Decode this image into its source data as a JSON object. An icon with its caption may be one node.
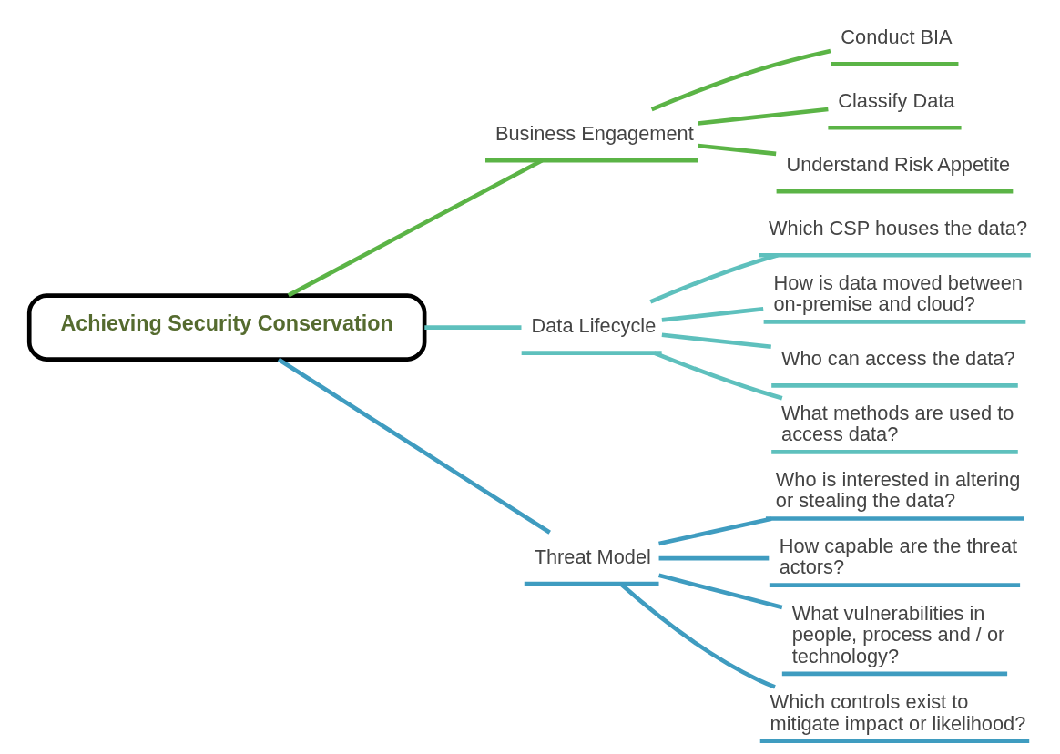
{
  "diagram": {
    "nodes": [
      {
        "text": [
          "Achieving Security Conservation"
        ]
      },
      {
        "text": [
          "Business Engagement"
        ]
      },
      {
        "text": [
          "Conduct BIA"
        ]
      },
      {
        "text": [
          "Classify Data"
        ]
      },
      {
        "text": [
          "Understand Risk Appetite"
        ]
      },
      {
        "text": [
          "Data Lifecycle"
        ]
      },
      {
        "text": [
          "Which CSP houses the data?"
        ]
      },
      {
        "text": [
          "How is data moved between on-premise and cloud?"
        ]
      },
      {
        "text": [
          "Who can access the data?"
        ]
      },
      {
        "text": [
          "What methods are used to access data?"
        ]
      },
      {
        "text": [
          "Threat Model"
        ]
      },
      {
        "text": [
          "Who is interested in altering or stealing the data?"
        ]
      },
      {
        "text": [
          "How capable are the threat actors?"
        ]
      },
      {
        "text": [
          "What vulnerabilities in people, process and / or technology?"
        ]
      },
      {
        "text": [
          "Which controls exist to mitigate impact or likelihood?"
        ]
      }
    ],
    "edges": [
      {
        "from": 0,
        "to": 1,
        "arrow": "none",
        "color": "#5bb446"
      },
      {
        "from": 1,
        "to": 2,
        "arrow": "none",
        "color": "#5bb446"
      },
      {
        "from": 1,
        "to": 3,
        "arrow": "none",
        "color": "#5bb446"
      },
      {
        "from": 1,
        "to": 4,
        "arrow": "none",
        "color": "#5bb446"
      },
      {
        "from": 0,
        "to": 5,
        "arrow": "none",
        "color": "#5ec0bd"
      },
      {
        "from": 5,
        "to": 6,
        "arrow": "none",
        "color": "#5ec0bd"
      },
      {
        "from": 5,
        "to": 7,
        "arrow": "none",
        "color": "#5ec0bd"
      },
      {
        "from": 5,
        "to": 8,
        "arrow": "none",
        "color": "#5ec0bd"
      },
      {
        "from": 5,
        "to": 9,
        "arrow": "none",
        "color": "#5ec0bd"
      },
      {
        "from": 0,
        "to": 10,
        "arrow": "none",
        "color": "#3f9cc0"
      },
      {
        "from": 10,
        "to": 11,
        "arrow": "none",
        "color": "#3f9cc0"
      },
      {
        "from": 10,
        "to": 12,
        "arrow": "none",
        "color": "#3f9cc0"
      },
      {
        "from": 10,
        "to": 13,
        "arrow": "none",
        "color": "#3f9cc0"
      },
      {
        "from": 10,
        "to": 14,
        "arrow": "none",
        "color": "#3f9cc0"
      }
    ]
  }
}
